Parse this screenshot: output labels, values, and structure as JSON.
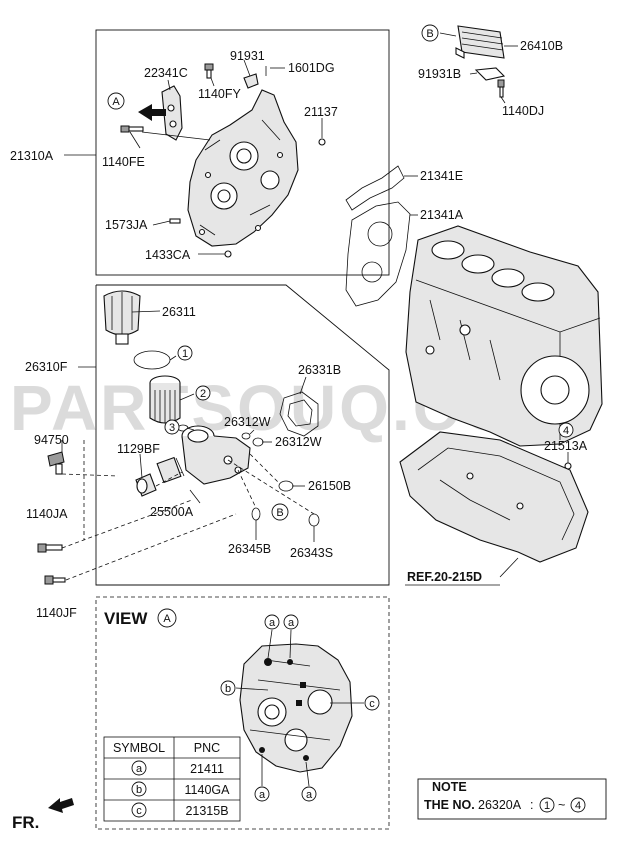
{
  "watermark": "PARTSOUQ.COM",
  "labels": {
    "p21310A": "21310A",
    "p22341C": "22341C",
    "p91931": "91931",
    "p1601DG": "1601DG",
    "p1140FY": "1140FY",
    "p21137": "21137",
    "p1140FE": "1140FE",
    "p1573JA": "1573JA",
    "p1433CA": "1433CA",
    "p26410B": "26410B",
    "p91931B": "91931B",
    "p1140DJ": "1140DJ",
    "p21341E": "21341E",
    "p21341A": "21341A",
    "p26311": "26311",
    "p26310F": "26310F",
    "p26331B": "26331B",
    "p94750": "94750",
    "p1129BF": "1129BF",
    "p26312W_a": "26312W",
    "p26312W_b": "26312W",
    "p26150B": "26150B",
    "p25500A": "25500A",
    "p1140JA": "1140JA",
    "p26345B": "26345B",
    "p26343S": "26343S",
    "p1140JF": "1140JF",
    "p21513A": "21513A",
    "ref": "REF.20-215D"
  },
  "markers": {
    "A": "A",
    "B": "B",
    "one": "1",
    "two": "2",
    "three": "3",
    "four": "4",
    "a": "a",
    "b": "b",
    "c": "c"
  },
  "view": {
    "title": "VIEW",
    "marker": "A"
  },
  "table": {
    "headers": [
      "SYMBOL",
      "PNC"
    ],
    "rows": [
      {
        "symbol": "a",
        "pnc": "21411"
      },
      {
        "symbol": "b",
        "pnc": "1140GA"
      },
      {
        "symbol": "c",
        "pnc": "21315B"
      }
    ]
  },
  "note": {
    "title": "NOTE",
    "prefix": "THE NO.",
    "pnc": "26320A",
    "colon": ":",
    "from": "1",
    "tilde": "~",
    "to": "4"
  },
  "front": "FR."
}
